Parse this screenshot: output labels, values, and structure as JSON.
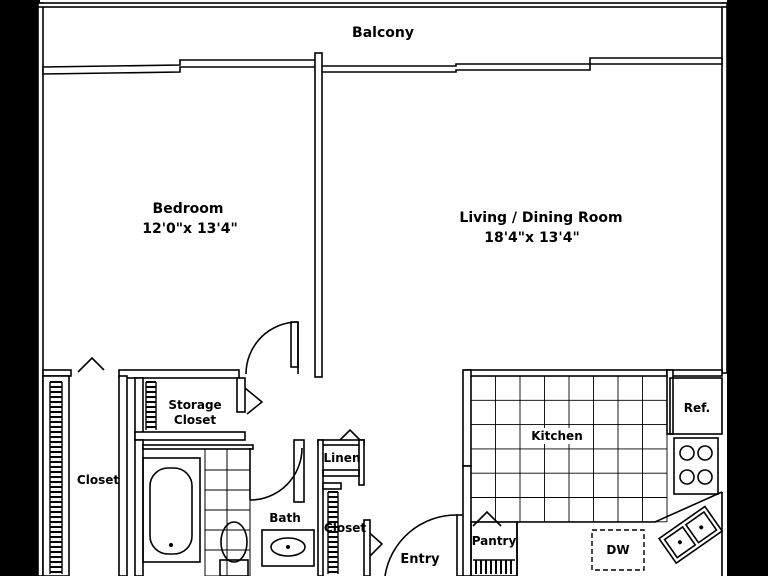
{
  "rooms": {
    "balcony": "Balcony",
    "bedroom": {
      "name": "Bedroom",
      "size": "12'0\"x 13'4\""
    },
    "living": {
      "name": "Living / Dining Room",
      "size": "18'4\"x 13'4\""
    },
    "storage_closet": {
      "line1": "Storage",
      "line2": "Closet"
    },
    "closet_left": "Closet",
    "linen": "Linen",
    "bath": "Bath",
    "closet_bath": "Closet",
    "entry": "Entry",
    "kitchen": "Kitchen",
    "pantry": "Pantry",
    "refrigerator": "Ref.",
    "dishwasher": "DW"
  }
}
